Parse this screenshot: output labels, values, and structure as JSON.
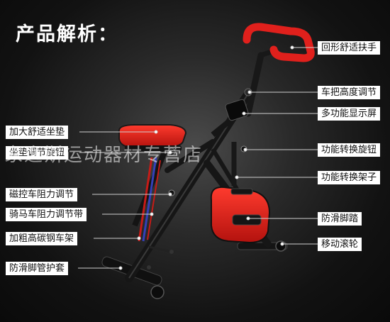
{
  "title": "产品解析：",
  "left_labels": [
    {
      "id": "seat",
      "text": "加大舒适坐垫"
    },
    {
      "id": "seat-knob",
      "text": "坐垫调节旋钮"
    },
    {
      "id": "magnetic",
      "text": "磁控车阻力调节"
    },
    {
      "id": "riding-belt",
      "text": "骑马车阻力调节带"
    },
    {
      "id": "frame",
      "text": "加粗高碳钢车架"
    },
    {
      "id": "foot-cover",
      "text": "防滑脚管护套"
    }
  ],
  "right_labels": [
    {
      "id": "handle",
      "text": "回形舒适扶手"
    },
    {
      "id": "height",
      "text": "车把高度调节"
    },
    {
      "id": "display",
      "text": "多功能显示屏"
    },
    {
      "id": "switch-knob",
      "text": "功能转换旋钮"
    },
    {
      "id": "switch-frame",
      "text": "功能转换架子"
    },
    {
      "id": "pedal",
      "text": "防滑脚踏"
    },
    {
      "id": "wheel",
      "text": "移动滚轮"
    }
  ],
  "watermark": "家逸斯运动器材专营店",
  "colors": {
    "accent": "#e0201c",
    "frame": "#1a1a1a",
    "label_bg": "#ffffff",
    "background": "#1c1c1c"
  }
}
